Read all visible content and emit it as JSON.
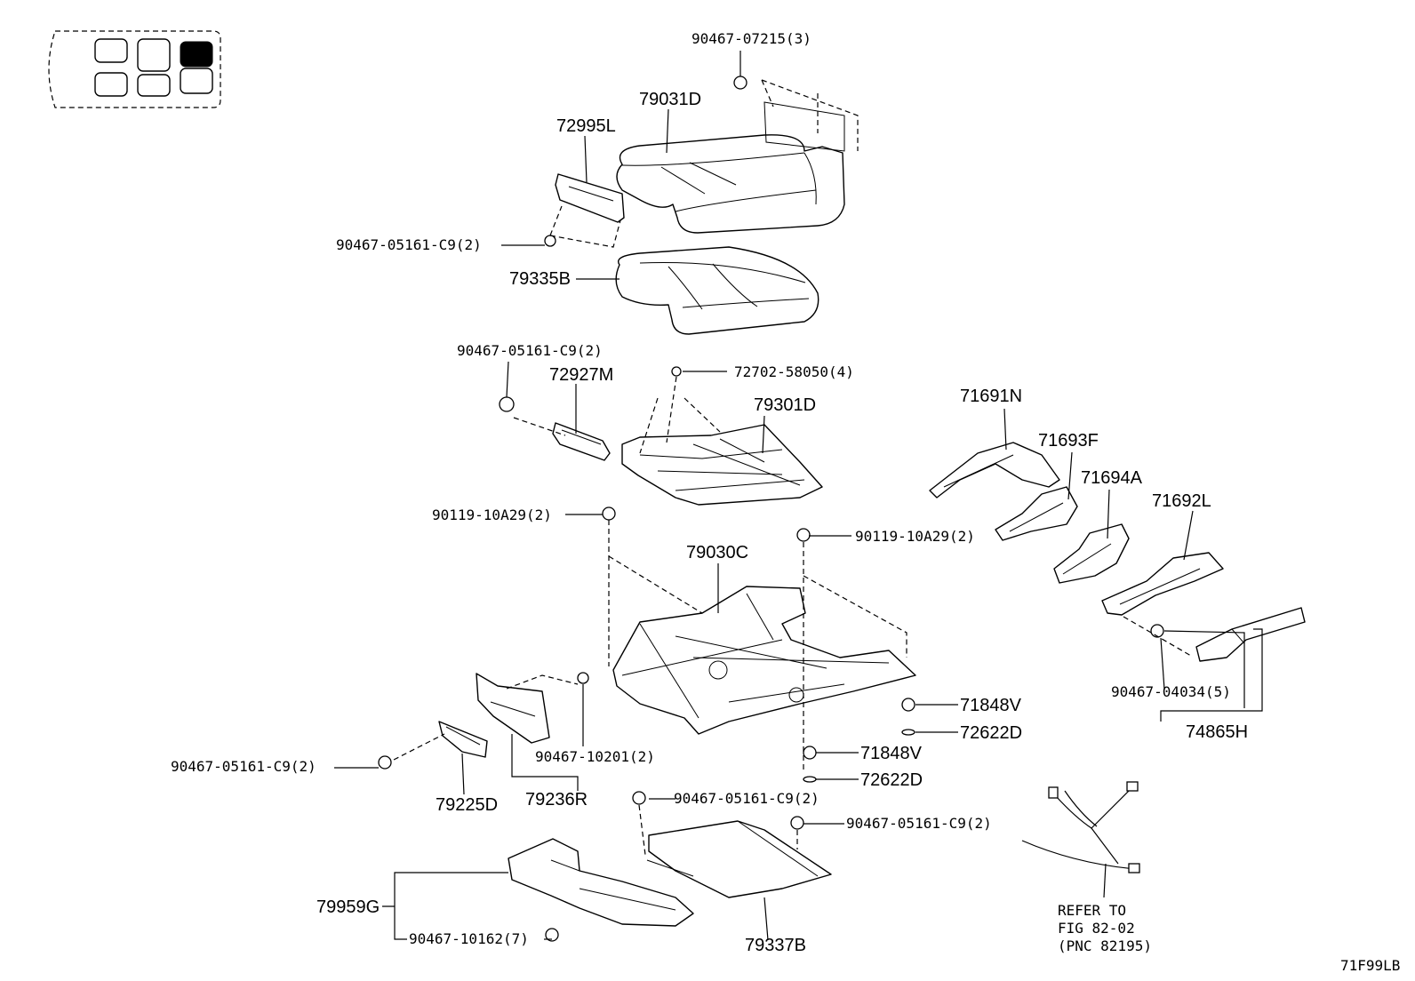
{
  "diagram_code": "71F99LB",
  "reference_note": [
    "REFER TO",
    "FIG 82-02",
    "(PNC 82195)"
  ],
  "callouts": {
    "p1": "90467-07215(3)",
    "p2": "79031D",
    "p3": "72995L",
    "p4": "90467-05161-C9(2)",
    "p5": "79335B",
    "p6": "90467-05161-C9(2)",
    "p7": "72927M",
    "p8": "72702-58050(4)",
    "p9": "79301D",
    "p10": "71691N",
    "p11": "71693F",
    "p12": "71694A",
    "p13": "71692L",
    "p14": "90119-10A29(2)",
    "p15": "90119-10A29(2)",
    "p16": "79030C",
    "p17": "71848V",
    "p18": "72622D",
    "p19": "71848V",
    "p20": "72622D",
    "p21": "90467-04034(5)",
    "p22": "74865H",
    "p23": "90467-05161-C9(2)",
    "p24": "90467-10201(2)",
    "p25": "79225D",
    "p26": "79236R",
    "p27": "90467-05161-C9(2)",
    "p28": "90467-05161-C9(2)",
    "p29": "79959G",
    "p30": "90467-10162(7)",
    "p31": "79337B"
  }
}
